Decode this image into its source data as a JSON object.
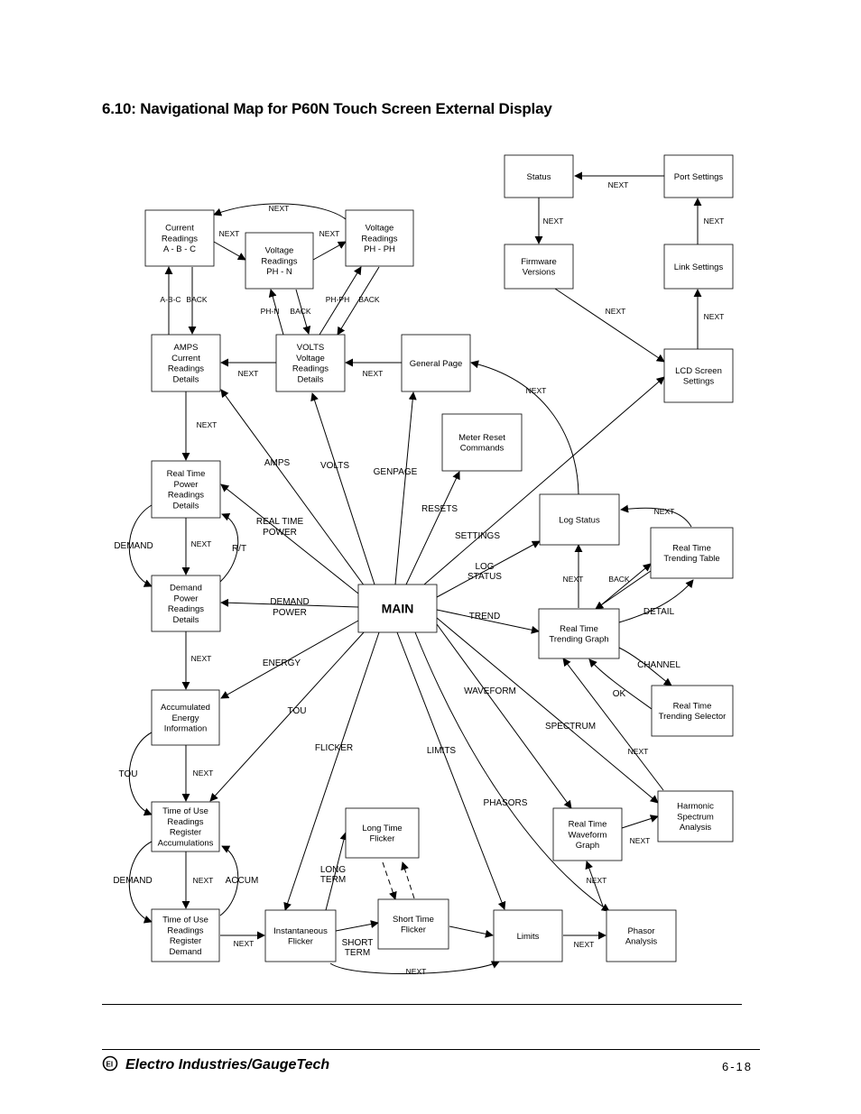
{
  "title": "6.10: Navigational Map for P60N Touch Screen External Display",
  "footer": {
    "company": "Electro Industries/GaugeTech",
    "page": "6-18",
    "logo_icon": "eig-logo-icon"
  },
  "nodes": {
    "status": [
      "Status"
    ],
    "port": [
      "Port Settings"
    ],
    "firmware": [
      "Firmware",
      "Versions"
    ],
    "link": [
      "Link Settings"
    ],
    "lcd": [
      "LCD Screen",
      "Settings"
    ],
    "current": [
      "Current",
      "Readings",
      "A - B - C"
    ],
    "vphn": [
      "Voltage",
      "Readings",
      "PH - N"
    ],
    "vphph": [
      "Voltage",
      "Readings",
      "PH - PH"
    ],
    "amps": [
      "AMPS",
      "Current",
      "Readings",
      "Details"
    ],
    "volts": [
      "VOLTS",
      "Voltage",
      "Readings",
      "Details"
    ],
    "general": [
      "General Page"
    ],
    "meter": [
      "Meter Reset",
      "Commands"
    ],
    "rtpower": [
      "Real Time",
      "Power",
      "Readings",
      "Details"
    ],
    "logstatus": [
      "Log Status"
    ],
    "rttable": [
      "Real Time",
      "Trending Table"
    ],
    "demand": [
      "Demand",
      "Power",
      "Readings",
      "Details"
    ],
    "main": [
      "MAIN"
    ],
    "rtgraph": [
      "Real Time",
      "Trending Graph"
    ],
    "rtselector": [
      "Real Time",
      "Trending Selector"
    ],
    "energy": [
      "Accumulated",
      "Energy",
      "Information"
    ],
    "harmonic": [
      "Harmonic",
      "Spectrum",
      "Analysis"
    ],
    "touacc": [
      "Time of Use",
      "Readings",
      "Register",
      "Accumulations"
    ],
    "waveform": [
      "Real Time",
      "Waveform",
      "Graph"
    ],
    "longflicker": [
      "Long Time",
      "Flicker"
    ],
    "toudemand": [
      "Time of Use",
      "Readings",
      "Register",
      "Demand"
    ],
    "instflicker": [
      "Instantaneous",
      "Flicker"
    ],
    "shortflicker": [
      "Short Time",
      "Flicker"
    ],
    "limits": [
      "Limits"
    ],
    "phasor": [
      "Phasor",
      "Analysis"
    ]
  },
  "edge_labels": {
    "next_status": "NEXT",
    "next_firmware": "NEXT",
    "next_port": "NEXT",
    "next_link": "NEXT",
    "next_lcd": "NEXT",
    "next_top": "NEXT",
    "next_cur": "NEXT",
    "next_vph": "NEXT",
    "abc": "A-B-C",
    "back_amps": "BACK",
    "phn": "PH-N",
    "back_vn": "BACK",
    "phph": "PH-PH",
    "back_vp": "BACK",
    "next_volts": "NEXT",
    "next_general": "NEXT",
    "next_genlog": "NEXT",
    "amps": "AMPS",
    "volts": "VOLTS",
    "genpage": "GENPAGE",
    "next_rtp": "NEXT",
    "resets": "RESETS",
    "settings": "SETTINGS",
    "realtime": "REAL TIME",
    "power": "POWER",
    "next_rtt": "NEXT",
    "demand_l": "DEMAND",
    "next_dem": "NEXT",
    "rt": "R/T",
    "log": "LOG",
    "status": "STATUS",
    "next_log": "NEXT",
    "back_log": "BACK",
    "demand_p1": "DEMAND",
    "demand_p2": "POWER",
    "trend": "TREND",
    "detail": "DETAIL",
    "next_acc": "NEXT",
    "energy": "ENERGY",
    "channel": "CHANNEL",
    "ok": "OK",
    "waveform": "WAVEFORM",
    "tou": "TOU",
    "spectrum": "SPECTRUM",
    "flicker": "FLICKER",
    "limits": "LIMITS",
    "next_harm": "NEXT",
    "tou_l": "TOU",
    "next_tou": "NEXT",
    "phasors": "PHASORS",
    "next_wave": "NEXT",
    "demand_l2": "DEMAND",
    "next_tou2": "NEXT",
    "accum": "ACCUM",
    "long": "LONG",
    "term1": "TERM",
    "next_wf": "NEXT",
    "next_tdem": "NEXT",
    "short": "SHORT",
    "term2": "TERM",
    "next_lim": "NEXT",
    "next_bottom": "NEXT"
  }
}
